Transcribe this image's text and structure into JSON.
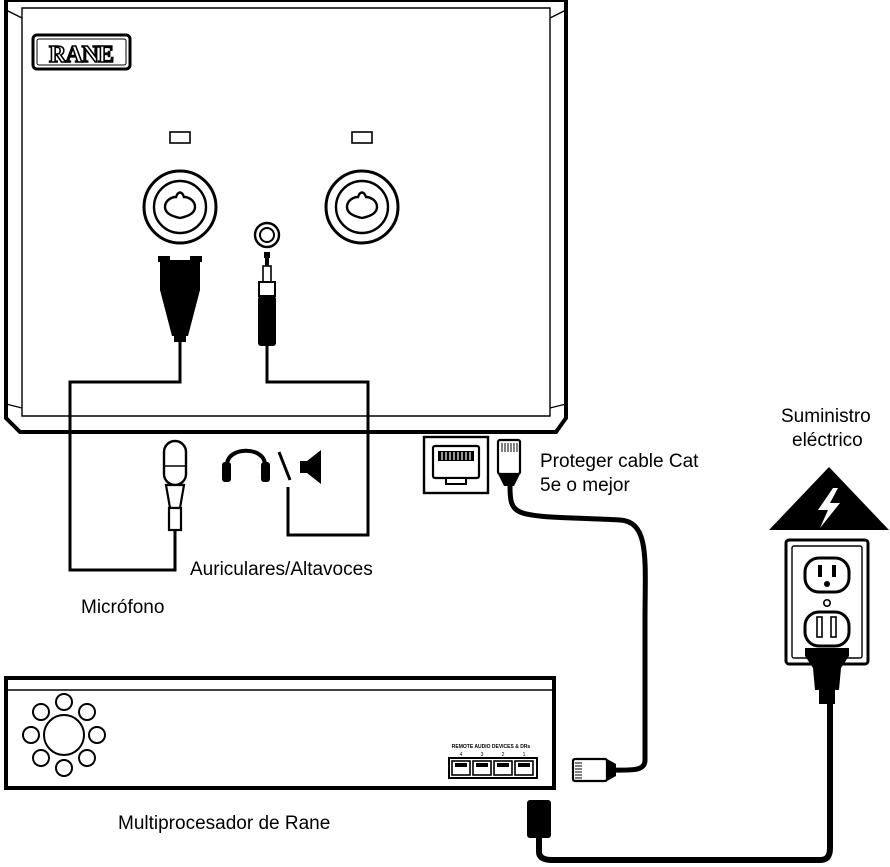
{
  "wall_plate": {
    "brand_logo": "RANE"
  },
  "labels": {
    "microphone": "Micrófono",
    "headphones_speakers": "Auriculares/Altavoces",
    "cable_note_line1": "Proteger cable Cat",
    "cable_note_line2": "5e o mejor",
    "power_line1": "Suministro",
    "power_line2": "eléctrico",
    "processor": "Multiprocesador de Rane"
  },
  "processor_panel": {
    "port_caption": "REMOTE AUDIO DEVICES & DRs",
    "port_numbers": [
      "4",
      "3",
      "2",
      "1"
    ]
  },
  "icons": [
    "microphone-icon",
    "headphones-icon",
    "speaker-icon",
    "rj45-jack-icon",
    "rj45-plug-icon",
    "high-voltage-warning-icon",
    "power-outlet-icon",
    "power-plug-icon",
    "xlr-combo-jack-icon",
    "trs-jack-icon"
  ]
}
